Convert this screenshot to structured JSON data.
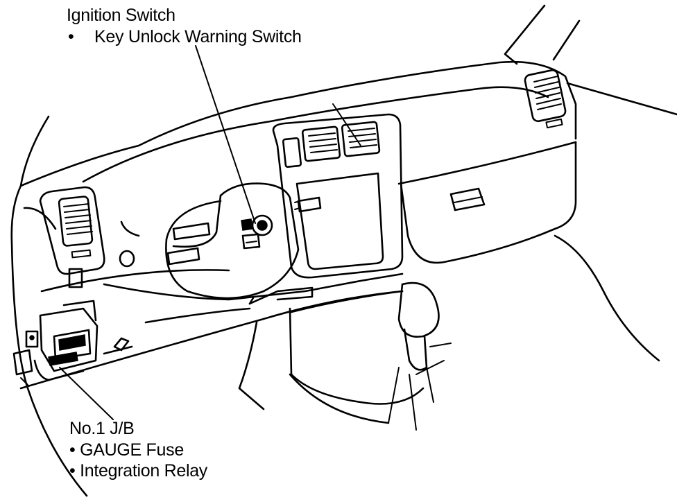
{
  "callouts": {
    "ignition": {
      "title": "Ignition Switch",
      "bullet": "•",
      "item": "Key Unlock Warning Switch"
    },
    "jb": {
      "title": "No.1 J/B",
      "items": [
        "• GAUGE Fuse",
        "• Integration Relay"
      ]
    }
  }
}
